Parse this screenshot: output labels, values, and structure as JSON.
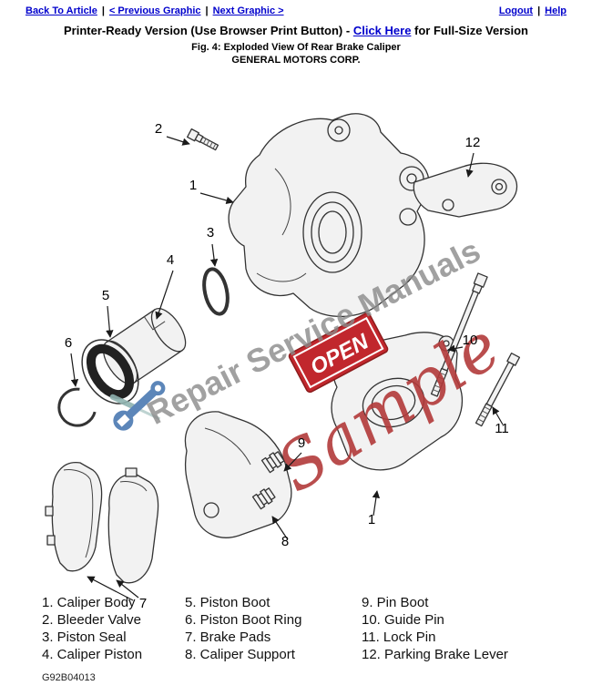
{
  "nav": {
    "back_to_article": "Back To Article",
    "previous_graphic": "< Previous Graphic",
    "next_graphic": "Next Graphic >",
    "logout": "Logout",
    "help": "Help",
    "separator": "|"
  },
  "header": {
    "printer_prefix": "Printer-Ready Version (Use Browser Print Button) - ",
    "click_here": "Click Here",
    "printer_suffix": " for Full-Size Version",
    "figure_caption": "Fig. 4: Exploded View Of Rear Brake Caliper",
    "company": "GENERAL MOTORS CORP."
  },
  "diagram": {
    "callouts": [
      "1",
      "2",
      "3",
      "4",
      "5",
      "6",
      "7",
      "8",
      "9",
      "10",
      "11",
      "12",
      "1"
    ],
    "watermark_text": "Repair Service Manuals",
    "sample_text": "Sample",
    "open_text": "OPEN",
    "watermark_gray": "#8a8a8a",
    "watermark_red": "#b23a3a",
    "open_red": "#c1272d",
    "wrench_blue": "#4b79b2"
  },
  "legend": {
    "columns": [
      [
        "1. Caliper Body",
        "2. Bleeder Valve",
        "3. Piston Seal",
        "4. Caliper Piston"
      ],
      [
        "5. Piston Boot",
        "6. Piston Boot Ring",
        "7. Brake Pads",
        "8. Caliper Support"
      ],
      [
        "9. Pin Boot",
        "10. Guide Pin",
        "11. Lock Pin",
        "12. Parking Brake Lever"
      ]
    ]
  },
  "footer": {
    "code": "G92B04013"
  }
}
